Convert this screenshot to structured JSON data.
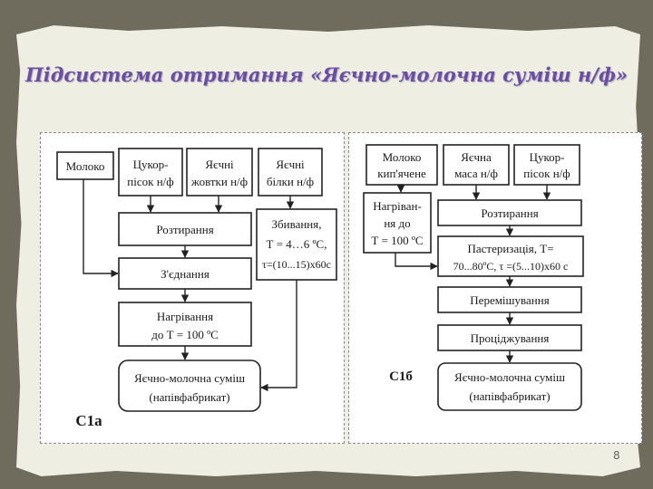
{
  "title": "Підсистема отримання «Яєчно-молочна суміш н/ф»",
  "page_number": "8",
  "left": {
    "label": "С1а",
    "milk": "Молоко",
    "sugar": [
      "Цукор-",
      "пісок н/ф"
    ],
    "yolks": [
      "Яєчні",
      "жовтки н/ф"
    ],
    "whites": [
      "Яєчні",
      "білки н/ф"
    ],
    "grinding": "Розтирання",
    "whipping": [
      "Збивання,",
      "Т = 4…6 ºС,",
      "τ=(10...15)х60с"
    ],
    "joining": "З'єднання",
    "heating": [
      "Нагрівання",
      "до Т = 100 ºС"
    ],
    "result": [
      "Яєчно-молочна суміш",
      "(напівфабрикат)"
    ]
  },
  "right": {
    "label": "С1б",
    "milk": [
      "Молоко",
      "кип'ячене"
    ],
    "egg_mass": [
      "Яєчна",
      "маса н/ф"
    ],
    "sugar": [
      "Цукор-",
      "пісок н/ф"
    ],
    "heating": [
      "Нагріван-",
      "ня до",
      "Т = 100 ºС"
    ],
    "grinding": "Розтирання",
    "pasteurization": [
      "Пастеризація, Т=",
      "70...80ºС, τ =(5...10)х60 с"
    ],
    "mixing": "Перемішування",
    "straining": "Проціджування",
    "result": [
      "Яєчно-молочна суміш",
      "(напівфабрикат)"
    ]
  }
}
